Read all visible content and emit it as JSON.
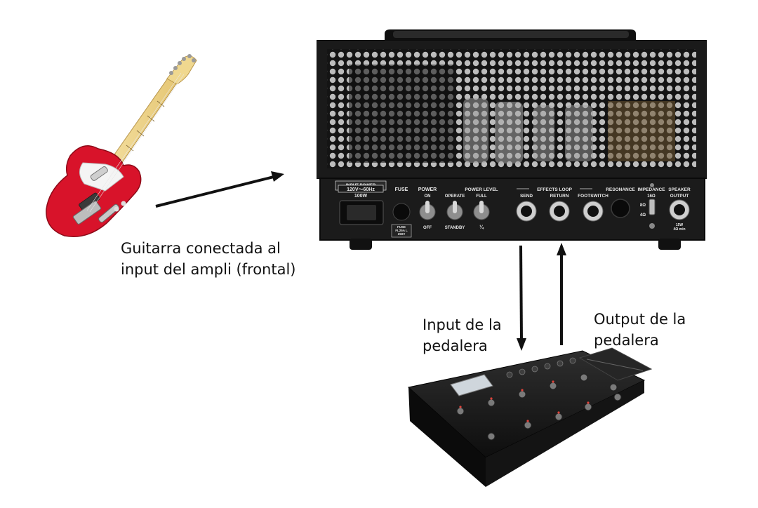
{
  "labels": {
    "guitar_caption": "Guitarra conectada al\ninput del ampli (frontal)",
    "pedal_input": "Input de la\npedalera",
    "pedal_output": "Output de la\npedalera"
  },
  "amp_panel": {
    "input_power": "INPUT POWER",
    "voltage": "120V～60Hz",
    "wattage": "100W",
    "fuse": "FUSE",
    "fuse_rating": "FUSE",
    "fuse_rating_2": "FL25A L",
    "fuse_rating_3": "250V",
    "power": "POWER",
    "on": "ON",
    "off": "OFF",
    "operate": "OPERATE",
    "standby": "STANDBY",
    "power_level": "POWER LEVEL",
    "full": "FULL",
    "quarter": "¼",
    "effects_loop": "EFFECTS LOOP",
    "send": "SEND",
    "return": "RETURN",
    "footswitch": "FOOTSWITCH",
    "resonance": "RESONANCE",
    "impedance": "IMPEDANCE",
    "ohm16": "16Ω",
    "ohm8": "8Ω",
    "ohm4": "4Ω",
    "speaker": "SPEAKER",
    "output": "OUTPUT",
    "speaker_rating": "15W",
    "speaker_rating_2": "4Ω min"
  },
  "colors": {
    "guitar_body": "#d8132a",
    "amp_body": "#1d1d1d",
    "arrow": "#111111"
  }
}
